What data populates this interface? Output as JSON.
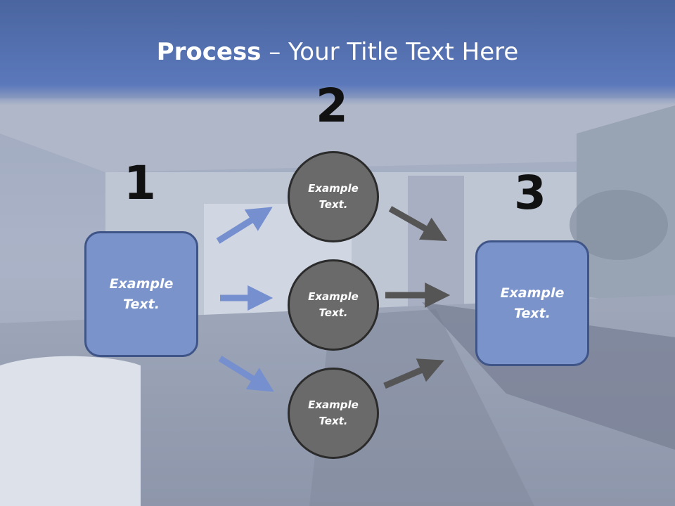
{
  "slide": {
    "title_bold": "Process",
    "title_rest": " – Your Title Text Here"
  },
  "steps": [
    {
      "number": "1",
      "text_line1": "Example",
      "text_line2": "Text."
    },
    {
      "number": "2"
    },
    {
      "number": "3",
      "text_line1": "Example",
      "text_line2": "Text."
    }
  ],
  "circles": [
    {
      "text_line1": "Example",
      "text_line2": "Text."
    },
    {
      "text_line1": "Example",
      "text_line2": "Text."
    },
    {
      "text_line1": "Example",
      "text_line2": "Text."
    }
  ],
  "colors": {
    "title_band": "#4f6db0",
    "box_fill": "#7b93cb",
    "circle_fill": "#6a6a6a",
    "arrow_blue": "#7690cf",
    "arrow_gray": "#555555"
  }
}
